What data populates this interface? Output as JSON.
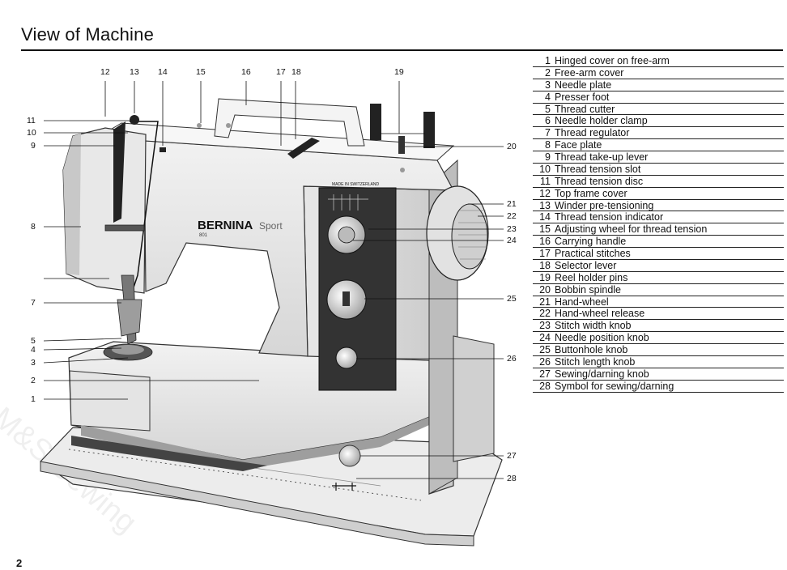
{
  "page": {
    "title": "View of Machine",
    "page_number": "2",
    "watermark": "M&S Sewing"
  },
  "machine": {
    "brand": "BERNINA",
    "model": "Sport",
    "model_number": "801",
    "made_in": "MADE IN SWITZERLAND"
  },
  "callouts": [
    "1",
    "2",
    "3",
    "4",
    "5",
    "7",
    "8",
    "9",
    "10",
    "11",
    "12",
    "13",
    "14",
    "15",
    "16",
    "17",
    "18",
    "19",
    "20",
    "21",
    "22",
    "23",
    "24",
    "25",
    "26",
    "27",
    "28"
  ],
  "legend": [
    {
      "num": "1",
      "label": "Hinged cover on free-arm"
    },
    {
      "num": "2",
      "label": "Free-arm cover"
    },
    {
      "num": "3",
      "label": "Needle plate"
    },
    {
      "num": "4",
      "label": "Presser foot"
    },
    {
      "num": "5",
      "label": "Thread cutter"
    },
    {
      "num": "6",
      "label": "Needle holder clamp"
    },
    {
      "num": "7",
      "label": "Thread regulator"
    },
    {
      "num": "8",
      "label": "Face plate"
    },
    {
      "num": "9",
      "label": "Thread take-up lever"
    },
    {
      "num": "10",
      "label": "Thread tension slot"
    },
    {
      "num": "11",
      "label": "Thread tension disc"
    },
    {
      "num": "12",
      "label": "Top frame cover"
    },
    {
      "num": "13",
      "label": "Winder pre-tensioning"
    },
    {
      "num": "14",
      "label": "Thread tension indicator"
    },
    {
      "num": "15",
      "label": "Adjusting wheel for thread tension"
    },
    {
      "num": "16",
      "label": "Carrying handle"
    },
    {
      "num": "17",
      "label": "Practical stitches"
    },
    {
      "num": "18",
      "label": "Selector lever"
    },
    {
      "num": "19",
      "label": "Reel holder pins"
    },
    {
      "num": "20",
      "label": "Bobbin spindle"
    },
    {
      "num": "21",
      "label": "Hand-wheel"
    },
    {
      "num": "22",
      "label": "Hand-wheel release"
    },
    {
      "num": "23",
      "label": "Stitch width knob"
    },
    {
      "num": "24",
      "label": "Needle position knob"
    },
    {
      "num": "25",
      "label": "Buttonhole knob"
    },
    {
      "num": "26",
      "label": "Stitch length knob"
    },
    {
      "num": "27",
      "label": "Sewing/darning knob"
    },
    {
      "num": "28",
      "label": "Symbol for sewing/darning"
    }
  ]
}
